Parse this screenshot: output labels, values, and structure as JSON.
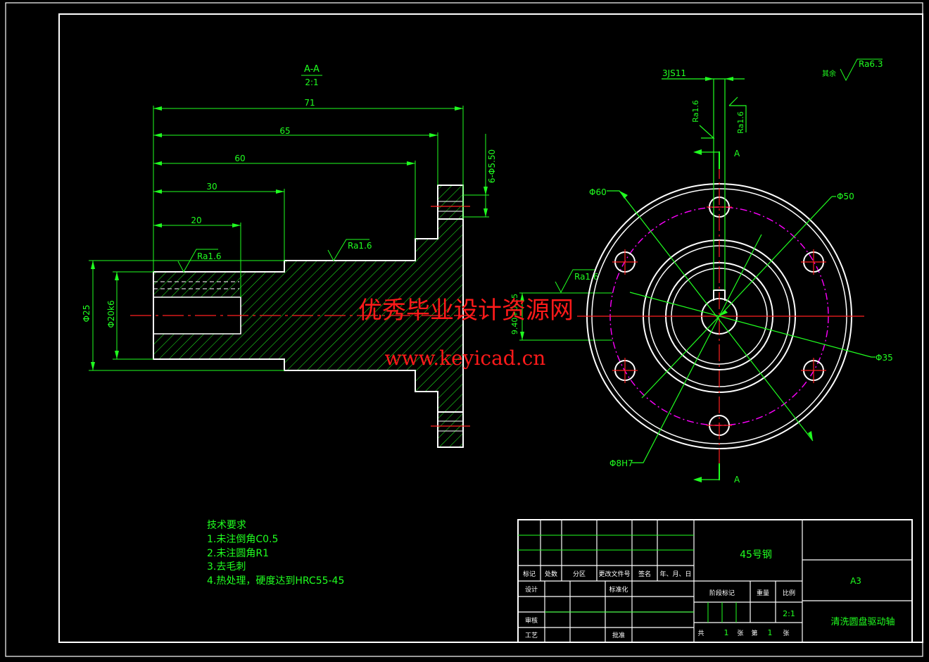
{
  "section": {
    "label": "A-A",
    "scale": "2:1"
  },
  "dims": {
    "d71": "71",
    "d65": "65",
    "d60": "60",
    "d30": "30",
    "d20": "20",
    "hole": "6-Φ5.50",
    "dia25": "Φ25",
    "dia20": "Φ20k6",
    "key_depth": "9.40+0.15",
    "phi60": "Φ60",
    "phi50": "Φ50",
    "phi35": "Φ35",
    "phi8": "Φ8H7",
    "keyway": "3JS11",
    "cut_mark_top": "A",
    "cut_mark_bottom": "A"
  },
  "roughness": {
    "r1": "Ra1.6",
    "r2": "Ra1.6",
    "r3": "Ra1.6",
    "r4": "Ra1.6",
    "r5": "Ra1.6",
    "rest_label": "其余",
    "rest_value": "Ra6.3"
  },
  "tech": {
    "title": "技术要求",
    "lines": [
      "1.未注倒角C0.5",
      "2.未注圆角R1",
      "3.去毛刺",
      "4.热处理，硬度达到HRC55-45"
    ]
  },
  "title_block": {
    "material": "45号钢",
    "sheet_size": "A3",
    "part_name": "清洗圆盘驱动轴",
    "scale_value": "2:1",
    "header_cols": [
      "标记",
      "处数",
      "分区",
      "更改文件号",
      "签名",
      "年、月、日"
    ],
    "design": "设计",
    "standard": "标准化",
    "review": "审核",
    "process": "工艺",
    "approve": "批准",
    "stage": "阶段标记",
    "weight": "重量",
    "scale": "比例",
    "sheets": [
      "共",
      "1",
      "张",
      "第",
      "1",
      "张"
    ]
  },
  "watermark": {
    "cn": "优秀毕业设计资源网",
    "url": "www.keyicad.cn"
  },
  "colors": {
    "line": "#ffffff",
    "dim": "#20ff20",
    "center": "#ff2020",
    "pitch": "#ff00ff",
    "hatch": "#20ff20"
  }
}
